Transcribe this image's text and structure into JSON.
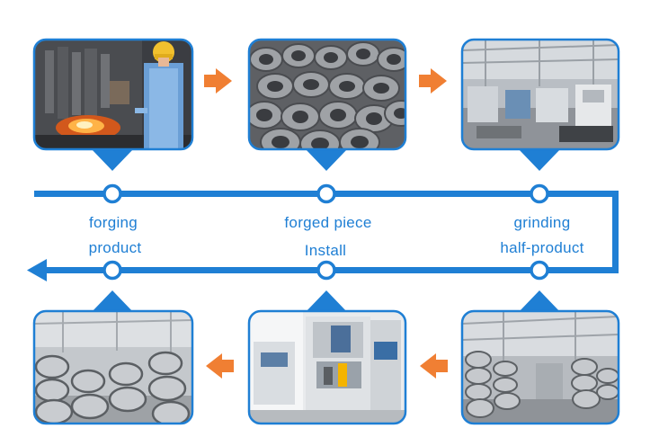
{
  "colors": {
    "line": "#1f7fd4",
    "arrow": "#f07f33",
    "photo_border": "#1f7fd4"
  },
  "steps": {
    "forging": {
      "label": "forging",
      "photo": "forging-press-with-worker"
    },
    "forged_piece": {
      "label": "forged piece",
      "photo": "stacked-forged-rings"
    },
    "grinding": {
      "label": "grinding",
      "photo": "grinding-workshop"
    },
    "half_product": {
      "label": "half-product",
      "photo": "workshop-with-ring-stacks"
    },
    "install": {
      "label": "Install",
      "photo": "assembly-machine"
    },
    "product": {
      "label": "product",
      "photo": "finished-bearings-warehouse"
    }
  },
  "icons": {
    "flow_arrow": "orange-arrow-icon",
    "node": "circle-node-icon"
  }
}
